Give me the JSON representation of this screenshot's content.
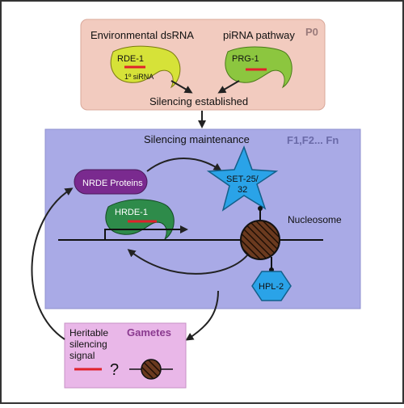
{
  "p0": {
    "label": "P0",
    "env_dsrna": "Environmental dsRNA",
    "pirna": "piRNA pathway",
    "rde1": "RDE-1",
    "prg1": "PRG-1",
    "sirna": "1º siRNA",
    "established": "Silencing established"
  },
  "fn": {
    "label": "F1,F2... Fn",
    "maintenance": "Silencing maintenance",
    "nrde": "NRDE Proteins",
    "hrde1": "HRDE-1",
    "set_line1": "SET-25/",
    "set_line2": "32",
    "nucleosome": "Nucleosome",
    "hpl2": "HPL-2"
  },
  "gametes": {
    "label": "Gametes",
    "signal_line1": "Heritable",
    "signal_line2": "silencing",
    "signal_line3": "signal",
    "question": "?"
  },
  "colors": {
    "p0_bg": "#f2cbbf",
    "fn_bg": "#a9aae6",
    "gametes_bg": "#e9b7e8",
    "rde1": "#d6e238",
    "prg1": "#8cc63f",
    "hrde1": "#2e8b4a",
    "nrde": "#7a2a8f",
    "set": "#2aa3e8",
    "hpl2": "#2aa3e8",
    "sirna": "#e0222b",
    "nucleosome": "#6b3a1f",
    "gametes_text": "#8a3a8f",
    "panel_label": "#8a6a6a"
  }
}
